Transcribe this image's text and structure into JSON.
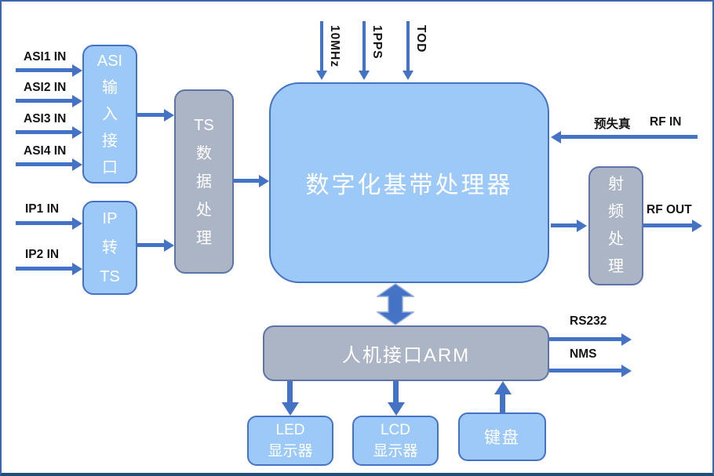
{
  "colors": {
    "blue_fill": "#9CC9F7",
    "blue_border": "#4472C4",
    "gray_fill": "#ACB5C6",
    "gray_border": "#5C74A8",
    "arrow": "#4472C4",
    "text_dark": "#141414",
    "text_light": "#FFFFFF",
    "frame_border": "#3A67AE",
    "frame_bottom_border": "#1F4E79"
  },
  "left_inputs": {
    "asi": [
      "ASI1 IN",
      "ASI2 IN",
      "ASI3 IN",
      "ASI4 IN"
    ],
    "ip": [
      "IP1 IN",
      "IP2 IN"
    ]
  },
  "top_inputs": [
    "10MHz",
    "1PPS",
    "TOD"
  ],
  "blocks": {
    "asi_interface": {
      "lines": [
        "ASI",
        "输",
        "入",
        "接",
        "口"
      ]
    },
    "ip_to_ts": {
      "lines": [
        "IP",
        "转",
        "TS"
      ]
    },
    "ts_processing": {
      "lines": [
        "TS",
        "数",
        "据",
        "处",
        "理"
      ]
    },
    "baseband_processor": {
      "label": "数字化基带处理器"
    },
    "rf_processing": {
      "lines": [
        "射",
        "频",
        "处",
        "理"
      ]
    },
    "hmi_arm": {
      "label": "人机接口ARM"
    },
    "led_display": {
      "lines": [
        "LED",
        "显示器"
      ]
    },
    "lcd_display": {
      "lines": [
        "LCD",
        "显示器"
      ]
    },
    "keyboard": {
      "label": "键盘"
    }
  },
  "right_labels": {
    "predistortion": "预失真",
    "rf_in": "RF IN",
    "rf_out": "RF OUT",
    "rs232": "RS232",
    "nms": "NMS"
  }
}
